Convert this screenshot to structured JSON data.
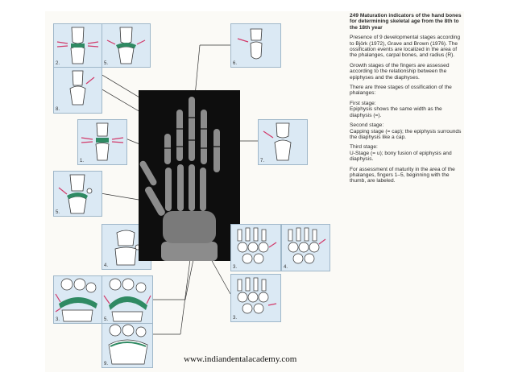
{
  "panel_numbers": {
    "p1": "2.",
    "p2": "5.",
    "p3": "6.",
    "p4": "8.",
    "p5": "1.",
    "p6": "7.",
    "p7": "5.",
    "p8": "4.",
    "p9": "3.",
    "p10": "4.",
    "p11": "3.",
    "p12": "3.",
    "p13": "5.",
    "p14": "9."
  },
  "legend": {
    "title": "249 Maturation indicators of the hand bones for determining skeletal age from the 8th to the 18th year",
    "intro": "Presence of 9 developmental stages according to Björk (1972), Grave and Brown (1976). The ossification events are localized in the area of the phalanges, carpal bones, and radius (R).",
    "growth": "Growth stages of the fingers are assessed according to the relationship between the epiphyses and the diaphyses.",
    "three_stages": "There are three stages of ossification of the phalanges:",
    "first_label": "First stage:",
    "first_text": "Epiphysis shows the same width as the diaphysis (=).",
    "second_label": "Second stage:",
    "second_text": "Capping stage (= cap); the epiphysis surrounds the diaphysis like a cap.",
    "third_label": "Third stage:",
    "third_text": "U-Stage (= u); bony fusion of epiphysis and diaphysis.",
    "assessment": "For assessment of maturity in the area of the phalanges, fingers 1–5, beginning with the thumb, are labeled."
  },
  "footer": "www.indiandentalacademy.com",
  "colors": {
    "panel_bg": "#dbe9f4",
    "bone_green": "#2f8a63",
    "arrow_red": "#d23a6a",
    "xray_bg": "#101010"
  }
}
